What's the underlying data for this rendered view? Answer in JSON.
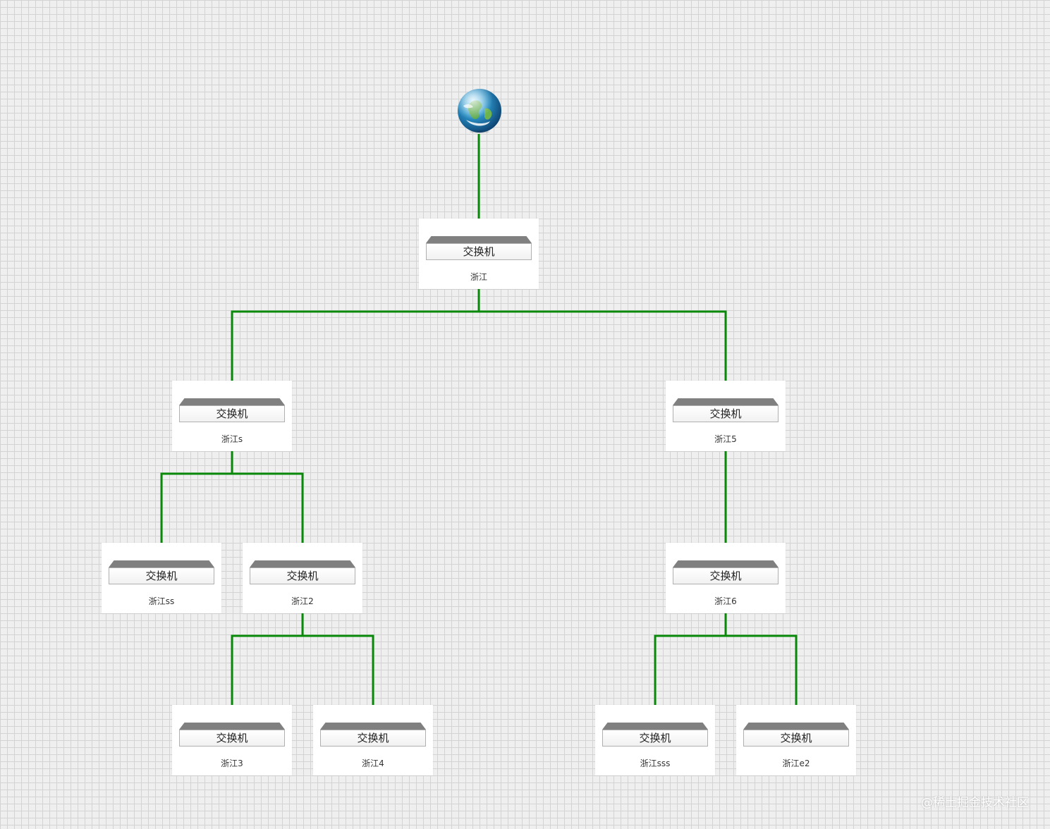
{
  "diagram": {
    "line_color": "#0a8a0a",
    "root": {
      "icon": "globe-icon"
    },
    "nodes": [
      {
        "id": "n0",
        "device": "交换机",
        "label": "浙江",
        "parent": "root"
      },
      {
        "id": "n1",
        "device": "交换机",
        "label": "浙江s",
        "parent": "n0"
      },
      {
        "id": "n2",
        "device": "交换机",
        "label": "浙江5",
        "parent": "n0"
      },
      {
        "id": "n3",
        "device": "交换机",
        "label": "浙江ss",
        "parent": "n1"
      },
      {
        "id": "n4",
        "device": "交换机",
        "label": "浙江2",
        "parent": "n1"
      },
      {
        "id": "n5",
        "device": "交换机",
        "label": "浙江6",
        "parent": "n2"
      },
      {
        "id": "n6",
        "device": "交换机",
        "label": "浙江3",
        "parent": "n4"
      },
      {
        "id": "n7",
        "device": "交换机",
        "label": "浙江4",
        "parent": "n4"
      },
      {
        "id": "n8",
        "device": "交换机",
        "label": "浙江sss",
        "parent": "n5"
      },
      {
        "id": "n9",
        "device": "交换机",
        "label": "浙江e2",
        "parent": "n5"
      }
    ]
  },
  "watermark": "@稀土掘金技术社区"
}
